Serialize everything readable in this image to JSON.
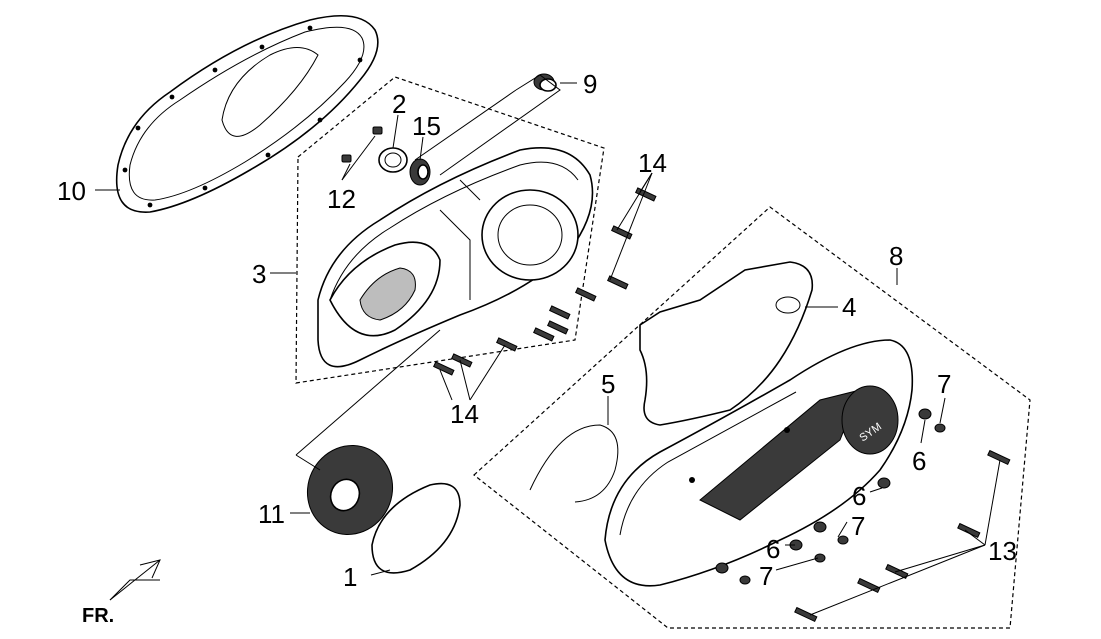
{
  "diagram": {
    "callouts": {
      "c1": "1",
      "c2": "2",
      "c3": "3",
      "c4": "4",
      "c5": "5",
      "c6a": "6",
      "c6b": "6",
      "c6c": "6",
      "c7a": "7",
      "c7b": "7",
      "c7c": "7",
      "c8": "8",
      "c9": "9",
      "c10": "10",
      "c11": "11",
      "c12": "12",
      "c13": "13",
      "c14a": "14",
      "c14b": "14",
      "c15": "15"
    },
    "direction_label": "FR.",
    "cover_logo": "SYM"
  }
}
